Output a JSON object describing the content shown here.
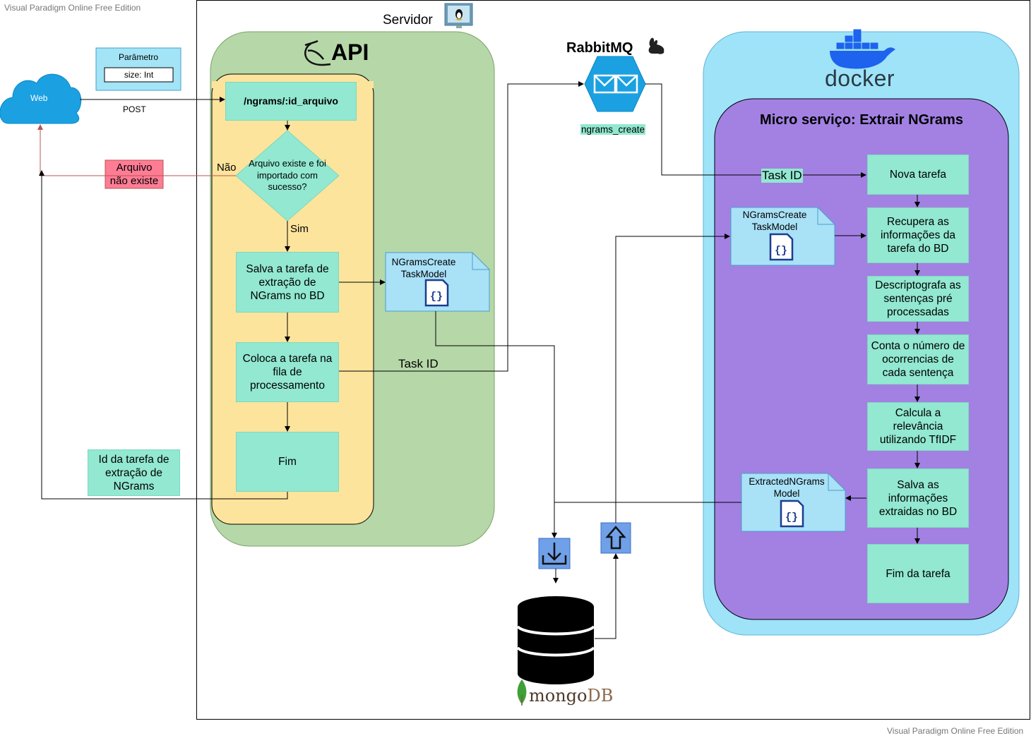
{
  "watermark": "Visual Paradigm Online Free Edition",
  "server": {
    "label": "Servidor",
    "icon": "linux-monitor-icon"
  },
  "api": {
    "label": "API",
    "icon": "flask-icon"
  },
  "web": {
    "label": "Web",
    "icon": "cloud-icon"
  },
  "parameter": {
    "title": "Parâmetro",
    "field": "size: Int"
  },
  "post_label": "POST",
  "api_flow": {
    "endpoint": "/ngrams/:id_arquivo",
    "decision": "Arquivo existe e foi importado com sucesso?",
    "no_label": "Não",
    "yes_label": "Sim",
    "save_task": "Salva a tarefa de extração de NGrams no BD",
    "enqueue": "Coloca a tarefa na fila de processamento",
    "end": "Fim"
  },
  "file_not_exists": "Arquivo não existe",
  "task_id_return": "Id da tarefa de extração de NGrams",
  "task_id_label": "Task ID",
  "models": {
    "create_api": "NGramsCreate TaskModel",
    "create_ms": "NGramsCreate TaskModel",
    "extracted": "ExtractedNGrams Model"
  },
  "rabbitmq": {
    "label": "RabbitMQ",
    "queue": "ngrams_create",
    "icon": "rabbit-icon"
  },
  "docker": {
    "label": "docker",
    "icon": "docker-whale-icon"
  },
  "microservice": {
    "title": "Micro serviço: Extrair NGrams",
    "steps": [
      "Nova tarefa",
      "Recupera as informações da tarefa do BD",
      "Descriptografa as sentenças pré processadas",
      "Conta o número de ocorrencias de cada sentença",
      "Calcula a relevância utilizando TfIDF",
      "Salva as informações extraidas no BD",
      "Fim da tarefa"
    ]
  },
  "mongodb": {
    "label_a": "mongo",
    "label_b": "DB",
    "icon": "database-icon"
  },
  "colors": {
    "node": "#92e8d0",
    "api_area": "#b6d7a8",
    "api_lane": "#fde49c",
    "docker_area": "#9ee3f8",
    "microservice_area": "#a281e3",
    "param_box": "#a3e4f6",
    "error_box": "#ff7c95",
    "model_doc": "#a9e1f7"
  }
}
